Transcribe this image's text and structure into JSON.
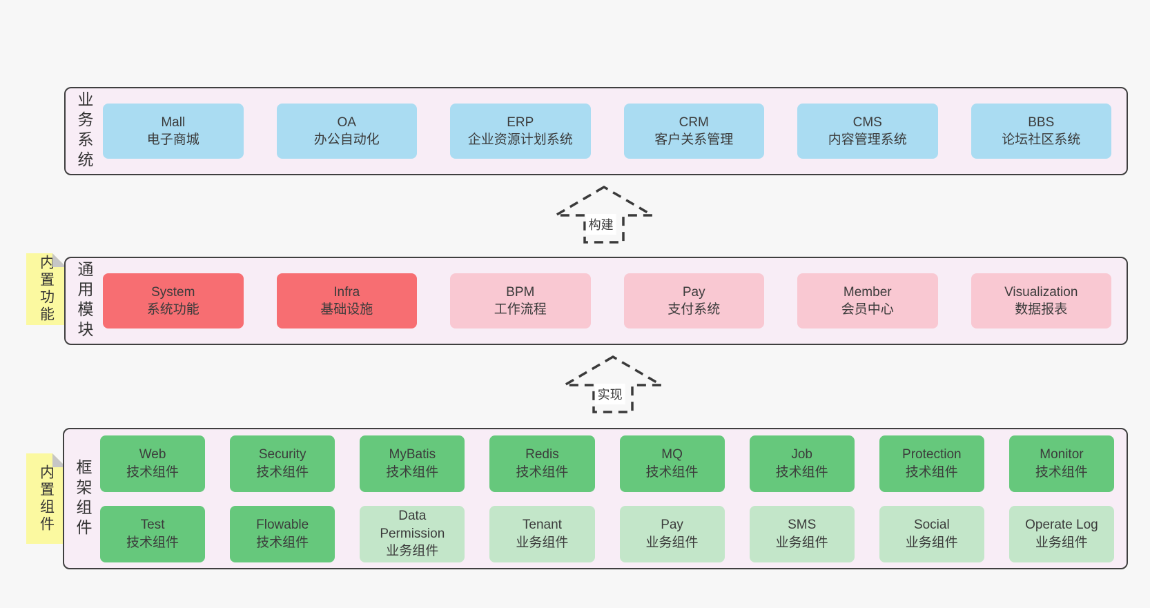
{
  "colors": {
    "page_bg": "#f7f7f7",
    "band_bg": "#f8edf6",
    "band_border": "#3f3f3f",
    "blue": "#aadcf2",
    "red": "#f76e72",
    "pink": "#f9c8d2",
    "green": "#66c87c",
    "light_green": "#c3e6c9",
    "sticky_yellow": "#fbf9a0",
    "text": "#3b3b3b"
  },
  "arrows": [
    {
      "label": "构建"
    },
    {
      "label": "实现"
    }
  ],
  "bands": {
    "business": {
      "label": "业务系统",
      "boxes": [
        {
          "title": "Mall",
          "subtitle": "电子商城"
        },
        {
          "title": "OA",
          "subtitle": "办公自动化"
        },
        {
          "title": "ERP",
          "subtitle": "企业资源计划系统"
        },
        {
          "title": "CRM",
          "subtitle": "客户关系管理"
        },
        {
          "title": "CMS",
          "subtitle": "内容管理系统"
        },
        {
          "title": "BBS",
          "subtitle": "论坛社区系统"
        }
      ]
    },
    "modules": {
      "label": "通用模块",
      "sticky": "内置功能",
      "boxes": [
        {
          "title": "System",
          "subtitle": "系统功能"
        },
        {
          "title": "Infra",
          "subtitle": "基础设施"
        },
        {
          "title": "BPM",
          "subtitle": "工作流程"
        },
        {
          "title": "Pay",
          "subtitle": "支付系统"
        },
        {
          "title": "Member",
          "subtitle": "会员中心"
        },
        {
          "title": "Visualization",
          "subtitle": "数据报表"
        }
      ]
    },
    "components": {
      "label": "框架组件",
      "sticky": "内置组件",
      "row1": [
        {
          "title": "Web",
          "subtitle": "技术组件"
        },
        {
          "title": "Security",
          "subtitle": "技术组件"
        },
        {
          "title": "MyBatis",
          "subtitle": "技术组件"
        },
        {
          "title": "Redis",
          "subtitle": "技术组件"
        },
        {
          "title": "MQ",
          "subtitle": "技术组件"
        },
        {
          "title": "Job",
          "subtitle": "技术组件"
        },
        {
          "title": "Protection",
          "subtitle": "技术组件"
        },
        {
          "title": "Monitor",
          "subtitle": "技术组件"
        }
      ],
      "row2": [
        {
          "title": "Test",
          "subtitle": "技术组件"
        },
        {
          "title": "Flowable",
          "subtitle": "技术组件"
        },
        {
          "title": "Data Permission",
          "subtitle": "业务组件"
        },
        {
          "title": "Tenant",
          "subtitle": "业务组件"
        },
        {
          "title": "Pay",
          "subtitle": "业务组件"
        },
        {
          "title": "SMS",
          "subtitle": "业务组件"
        },
        {
          "title": "Social",
          "subtitle": "业务组件"
        },
        {
          "title": "Operate Log",
          "subtitle": "业务组件"
        }
      ]
    }
  }
}
